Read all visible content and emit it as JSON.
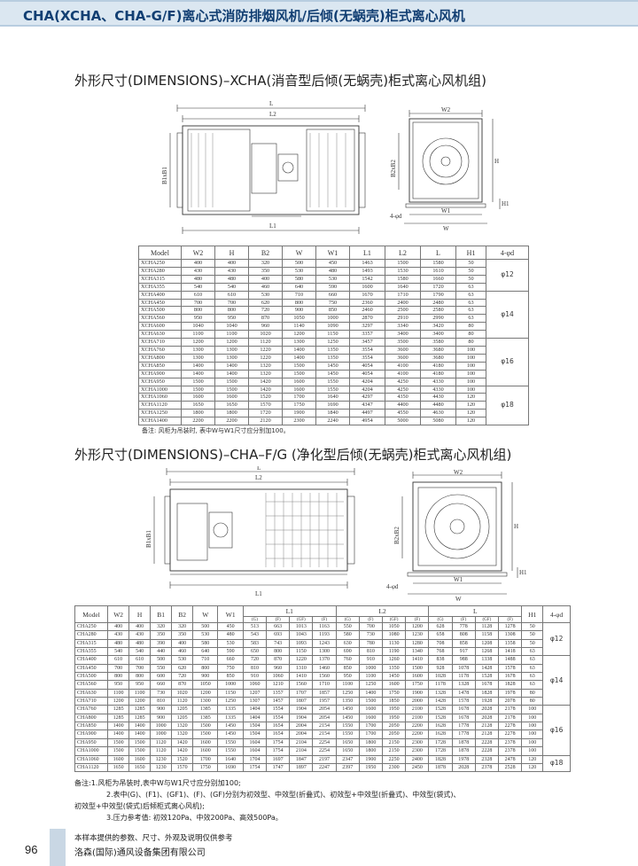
{
  "header": {
    "title": "CHA(XCHA、CHA-G/F)离心式消防排烟风机/后倾(无蜗壳)柜式离心风机"
  },
  "section1": {
    "title": "外形尺寸(DIMENSIONS)–XCHA(消音型后倾(无蜗壳)柜式离心风机组)",
    "labels": {
      "L": "L",
      "L2": "L2",
      "L1": "L1",
      "B1xB1": "B1xB1",
      "W2": "W2",
      "H": "H",
      "B2xB2": "B2xB2",
      "W1": "W1",
      "W": "W",
      "H1": "H1",
      "hole": "4-φd"
    },
    "columns": [
      "Model",
      "W2",
      "H",
      "B2",
      "W",
      "W1",
      "L1",
      "L2",
      "L",
      "H1",
      "4-φd"
    ],
    "rows": [
      [
        "XCHA250",
        "400",
        "400",
        "320",
        "500",
        "450",
        "1463",
        "1500",
        "1580",
        "50"
      ],
      [
        "XCHA280",
        "430",
        "430",
        "350",
        "530",
        "480",
        "1493",
        "1530",
        "1610",
        "50"
      ],
      [
        "XCHA315",
        "480",
        "480",
        "400",
        "580",
        "530",
        "1542",
        "1580",
        "1660",
        "50"
      ],
      [
        "XCHA355",
        "540",
        "540",
        "460",
        "640",
        "590",
        "1600",
        "1640",
        "1720",
        "63"
      ],
      [
        "XCHA400",
        "610",
        "610",
        "530",
        "710",
        "660",
        "1670",
        "1710",
        "1790",
        "63"
      ],
      [
        "XCHA450",
        "700",
        "700",
        "620",
        "800",
        "750",
        "2360",
        "2400",
        "2480",
        "63"
      ],
      [
        "XCHA500",
        "800",
        "800",
        "720",
        "900",
        "850",
        "2460",
        "2500",
        "2580",
        "63"
      ],
      [
        "XCHA560",
        "950",
        "950",
        "870",
        "1050",
        "1000",
        "2870",
        "2910",
        "2990",
        "63"
      ],
      [
        "XCHA600",
        "1040",
        "1040",
        "960",
        "1140",
        "1090",
        "3297",
        "3340",
        "3420",
        "80"
      ],
      [
        "XCHA630",
        "1100",
        "1100",
        "1020",
        "1200",
        "1150",
        "3357",
        "3400",
        "3400",
        "80"
      ],
      [
        "XCHA710",
        "1200",
        "1200",
        "1120",
        "1300",
        "1250",
        "3457",
        "3500",
        "3580",
        "80"
      ],
      [
        "XCHA760",
        "1300",
        "1300",
        "1220",
        "1400",
        "1350",
        "3554",
        "3600",
        "3680",
        "100"
      ],
      [
        "XCHA800",
        "1300",
        "1300",
        "1220",
        "1400",
        "1350",
        "3554",
        "3600",
        "3680",
        "100"
      ],
      [
        "XCHA850",
        "1400",
        "1400",
        "1320",
        "1500",
        "1450",
        "4054",
        "4100",
        "4180",
        "100"
      ],
      [
        "XCHA900",
        "1400",
        "1400",
        "1320",
        "1500",
        "1450",
        "4054",
        "4100",
        "4180",
        "100"
      ],
      [
        "XCHA950",
        "1500",
        "1500",
        "1420",
        "1600",
        "1550",
        "4204",
        "4250",
        "4330",
        "100"
      ],
      [
        "XCHA1000",
        "1500",
        "1500",
        "1420",
        "1600",
        "1550",
        "4204",
        "4250",
        "4330",
        "100"
      ],
      [
        "XCHA1060",
        "1600",
        "1600",
        "1520",
        "1700",
        "1640",
        "4297",
        "4350",
        "4430",
        "120"
      ],
      [
        "XCHA1120",
        "1650",
        "1650",
        "1570",
        "1750",
        "1690",
        "4347",
        "4400",
        "4480",
        "120"
      ],
      [
        "XCHA1250",
        "1800",
        "1800",
        "1720",
        "1900",
        "1840",
        "4497",
        "4550",
        "4630",
        "120"
      ],
      [
        "XCHA1400",
        "2200",
        "2200",
        "2120",
        "2300",
        "2240",
        "4954",
        "5000",
        "5080",
        "120"
      ]
    ],
    "groups": [
      {
        "start": 0,
        "span": 4,
        "value": "φ12"
      },
      {
        "start": 4,
        "span": 6,
        "value": "φ14"
      },
      {
        "start": 10,
        "span": 6,
        "value": "φ16"
      },
      {
        "start": 16,
        "span": 5,
        "value": "φ18"
      }
    ],
    "note": "备注: 风柜为吊装时, 表中W与W1尺寸应分别加100。"
  },
  "section2": {
    "title": "外形尺寸(DIMENSIONS)–CHA–F/G (净化型后倾(无蜗壳)柜式离心风机组)",
    "labels": {
      "L": "L",
      "L2": "L2",
      "L1": "L1",
      "B1xB1": "B1xB1",
      "W2": "W2",
      "H": "H",
      "B2xB2": "B2xB2",
      "W1": "W1",
      "W": "W",
      "H1": "H1",
      "hole": "4-φd"
    },
    "columns": [
      "Model",
      "W2",
      "H",
      "B1",
      "B2",
      "W",
      "W1",
      "L1",
      "L2",
      "L",
      "H1",
      "4-φd"
    ],
    "sub_columns": [
      "(G)",
      "(F)",
      "(GF)",
      "(F)",
      "(GF)"
    ],
    "rows": [
      [
        "CHA250",
        "400",
        "400",
        "320",
        "320",
        "500",
        "450",
        "513",
        "663",
        "1013",
        "1163",
        "550",
        "700",
        "1050",
        "1200",
        "628",
        "778",
        "1128",
        "1278",
        "50"
      ],
      [
        "CHA280",
        "430",
        "430",
        "350",
        "350",
        "530",
        "480",
        "543",
        "693",
        "1043",
        "1193",
        "580",
        "730",
        "1080",
        "1230",
        "658",
        "808",
        "1158",
        "1308",
        "50"
      ],
      [
        "CHA315",
        "480",
        "480",
        "390",
        "400",
        "580",
        "530",
        "583",
        "743",
        "1093",
        "1243",
        "630",
        "780",
        "1130",
        "1280",
        "708",
        "858",
        "1208",
        "1358",
        "50"
      ],
      [
        "CHA355",
        "540",
        "540",
        "440",
        "460",
        "640",
        "590",
        "650",
        "800",
        "1150",
        "1300",
        "690",
        "810",
        "1190",
        "1340",
        "768",
        "917",
        "1268",
        "1418",
        "63"
      ],
      [
        "CHA400",
        "610",
        "610",
        "500",
        "530",
        "710",
        "660",
        "720",
        "870",
        "1220",
        "1370",
        "760",
        "910",
        "1260",
        "1410",
        "838",
        "988",
        "1338",
        "1488",
        "63"
      ],
      [
        "CHA450",
        "700",
        "700",
        "550",
        "620",
        "800",
        "750",
        "810",
        "960",
        "1310",
        "1460",
        "850",
        "1000",
        "1350",
        "1500",
        "928",
        "1078",
        "1428",
        "1578",
        "63"
      ],
      [
        "CHA500",
        "800",
        "800",
        "600",
        "720",
        "900",
        "850",
        "910",
        "1060",
        "1410",
        "1560",
        "950",
        "1100",
        "1450",
        "1600",
        "1028",
        "1178",
        "1528",
        "1678",
        "63"
      ],
      [
        "CHA560",
        "950",
        "950",
        "660",
        "870",
        "1050",
        "1000",
        "1060",
        "1210",
        "1560",
        "1710",
        "1100",
        "1250",
        "1600",
        "1750",
        "1178",
        "1328",
        "1678",
        "1828",
        "63"
      ],
      [
        "CHA630",
        "1100",
        "1100",
        "730",
        "1020",
        "1200",
        "1150",
        "1207",
        "1357",
        "1707",
        "1857",
        "1250",
        "1400",
        "1750",
        "1900",
        "1328",
        "1478",
        "1828",
        "1978",
        "80"
      ],
      [
        "CHA710",
        "1200",
        "1200",
        "810",
        "1120",
        "1300",
        "1250",
        "1307",
        "1457",
        "1807",
        "1957",
        "1350",
        "1500",
        "1850",
        "2000",
        "1428",
        "1578",
        "1928",
        "2078",
        "80"
      ],
      [
        "CHA760",
        "1285",
        "1285",
        "900",
        "1205",
        "1385",
        "1335",
        "1404",
        "1554",
        "1904",
        "2054",
        "1450",
        "1600",
        "1950",
        "2100",
        "1528",
        "1678",
        "2028",
        "2178",
        "100"
      ],
      [
        "CHA800",
        "1285",
        "1285",
        "900",
        "1205",
        "1385",
        "1335",
        "1404",
        "1554",
        "1904",
        "2054",
        "1450",
        "1600",
        "1950",
        "2100",
        "1528",
        "1678",
        "2028",
        "2178",
        "100"
      ],
      [
        "CHA850",
        "1400",
        "1400",
        "1000",
        "1320",
        "1500",
        "1450",
        "1504",
        "1654",
        "2004",
        "2154",
        "1550",
        "1700",
        "2050",
        "2200",
        "1628",
        "1778",
        "2128",
        "2278",
        "100"
      ],
      [
        "CHA900",
        "1400",
        "1400",
        "1000",
        "1320",
        "1500",
        "1450",
        "1504",
        "1654",
        "2004",
        "2154",
        "1550",
        "1700",
        "2050",
        "2200",
        "1628",
        "1778",
        "2128",
        "2278",
        "100"
      ],
      [
        "CHA950",
        "1500",
        "1500",
        "1120",
        "1420",
        "1600",
        "1550",
        "1604",
        "1754",
        "2104",
        "2254",
        "1650",
        "1800",
        "2150",
        "2300",
        "1728",
        "1878",
        "2228",
        "2378",
        "100"
      ],
      [
        "CHA1000",
        "1500",
        "1500",
        "1120",
        "1420",
        "1600",
        "1550",
        "1604",
        "1754",
        "2104",
        "2254",
        "1650",
        "1800",
        "2150",
        "2300",
        "1728",
        "1878",
        "2228",
        "2378",
        "100"
      ],
      [
        "CHA1060",
        "1600",
        "1600",
        "1230",
        "1520",
        "1700",
        "1640",
        "1704",
        "1697",
        "1847",
        "2197",
        "2347",
        "1900",
        "2250",
        "2400",
        "1828",
        "1978",
        "2328",
        "2478",
        "120"
      ],
      [
        "CHA1120",
        "1650",
        "1650",
        "1230",
        "1570",
        "1750",
        "1690",
        "1754",
        "1747",
        "1897",
        "2247",
        "2397",
        "1950",
        "2300",
        "2450",
        "1878",
        "2028",
        "2378",
        "2528",
        "120"
      ]
    ],
    "groups": [
      {
        "start": 0,
        "span": 4,
        "value": "φ12"
      },
      {
        "start": 4,
        "span": 6,
        "value": "φ14"
      },
      {
        "start": 10,
        "span": 6,
        "value": "φ16"
      },
      {
        "start": 16,
        "span": 2,
        "value": "φ18"
      }
    ],
    "notes": [
      "备注:1.风柜为吊装时,表中W与W1尺寸应分别加100;",
      "2.表中(G)、(F1)、(GF1)、(F)、(GF)分别为初效型、中效型(折叠式)、初效型+中效型(折叠式)、中效型(袋式)、",
      "初效型+中效型(袋式)后倾柜式离心风机);",
      "3.压力参考值: 初效120Pa、中效200Pa、高效500Pa。"
    ]
  },
  "footer": {
    "page": "96",
    "disclaimer": "本样本提供的参数、尺寸、外观及说明仅供参考",
    "company": "洛森(国际)通风设备集团有限公司"
  }
}
